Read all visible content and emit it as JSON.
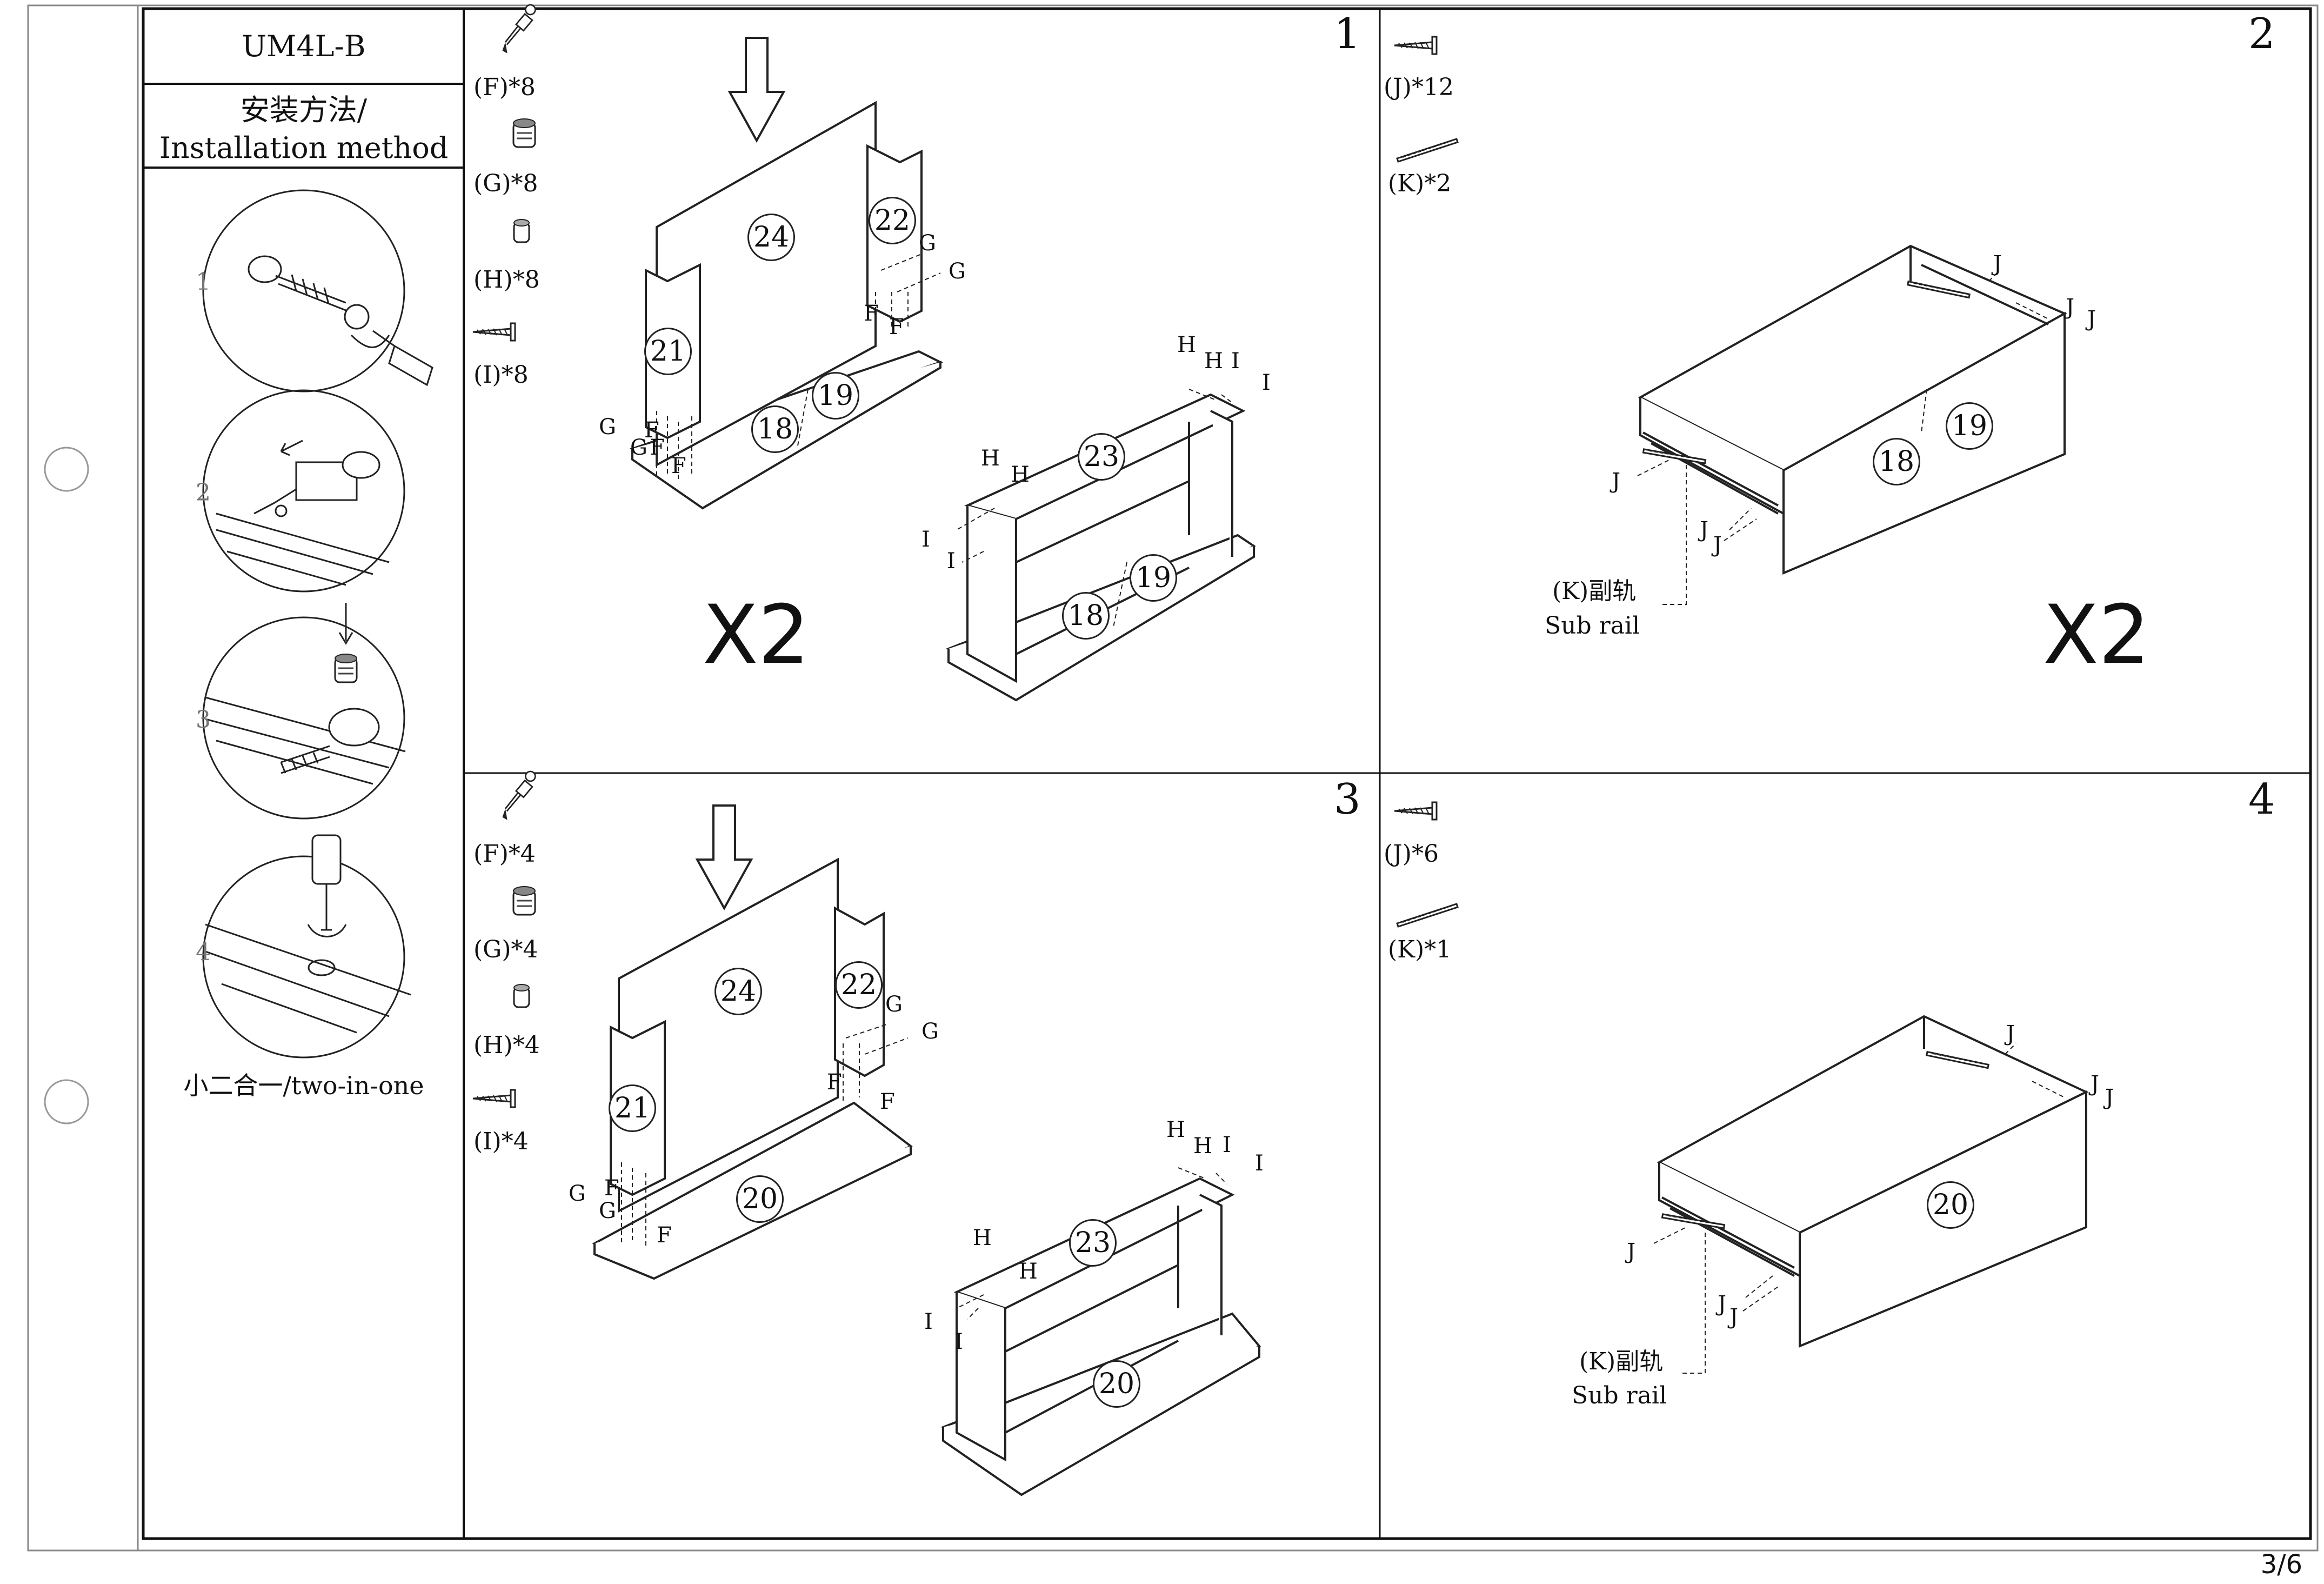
{
  "model": "UM4L-B",
  "method_title_cn": "安装方法/",
  "method_title_en": "Installation method",
  "two_in_one": "小二合一/two-in-one",
  "page_number": "3/6",
  "method_steps": [
    "1",
    "2",
    "3",
    "4"
  ],
  "panels": [
    {
      "step": "1",
      "hardware": [
        "(F)*8",
        "(G)*8",
        "(H)*8",
        "(I)*8"
      ],
      "multiplier": "X2",
      "part_numbers": [
        "24",
        "22",
        "21",
        "19",
        "18",
        "23",
        "19",
        "18"
      ],
      "callouts": [
        "G",
        "G",
        "F",
        "F",
        "G",
        "F",
        "G",
        "F",
        "F",
        "H",
        "H",
        "I",
        "I",
        "H",
        "H",
        "I",
        "I"
      ]
    },
    {
      "step": "2",
      "hardware": [
        "(J)*12",
        "(K)*2"
      ],
      "multiplier": "X2",
      "part_numbers": [
        "19",
        "18"
      ],
      "callouts": [
        "J",
        "J",
        "J",
        "J",
        "J",
        "J"
      ],
      "sub_rail_cn": "(K)副轨",
      "sub_rail_en": "Sub rail"
    },
    {
      "step": "3",
      "hardware": [
        "(F)*4",
        "(G)*4",
        "(H)*4",
        "(I)*4"
      ],
      "part_numbers": [
        "24",
        "22",
        "21",
        "20",
        "23",
        "20"
      ],
      "callouts": [
        "G",
        "G",
        "F",
        "F",
        "G",
        "F",
        "G",
        "F",
        "H",
        "H",
        "I",
        "I",
        "H",
        "H",
        "I",
        "I"
      ]
    },
    {
      "step": "4",
      "hardware": [
        "(J)*6",
        "(K)*1"
      ],
      "part_numbers": [
        "20"
      ],
      "callouts": [
        "J",
        "J",
        "J",
        "J",
        "J",
        "J"
      ],
      "sub_rail_cn": "(K)副轨",
      "sub_rail_en": "Sub rail"
    }
  ]
}
